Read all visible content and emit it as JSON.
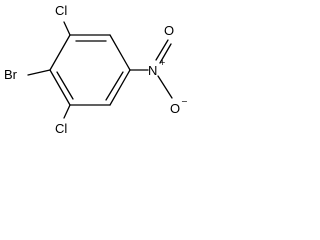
{
  "structure": {
    "atoms": {
      "cl_top": "Cl",
      "br": "Br",
      "cl_bottom": "Cl",
      "n": "N",
      "o_top": "O",
      "o_right": "O"
    },
    "charges": {
      "n_plus": "+",
      "o_minus": "−"
    }
  },
  "colors": {
    "bond": "#000000",
    "text": "#000000",
    "background": "#ffffff"
  }
}
